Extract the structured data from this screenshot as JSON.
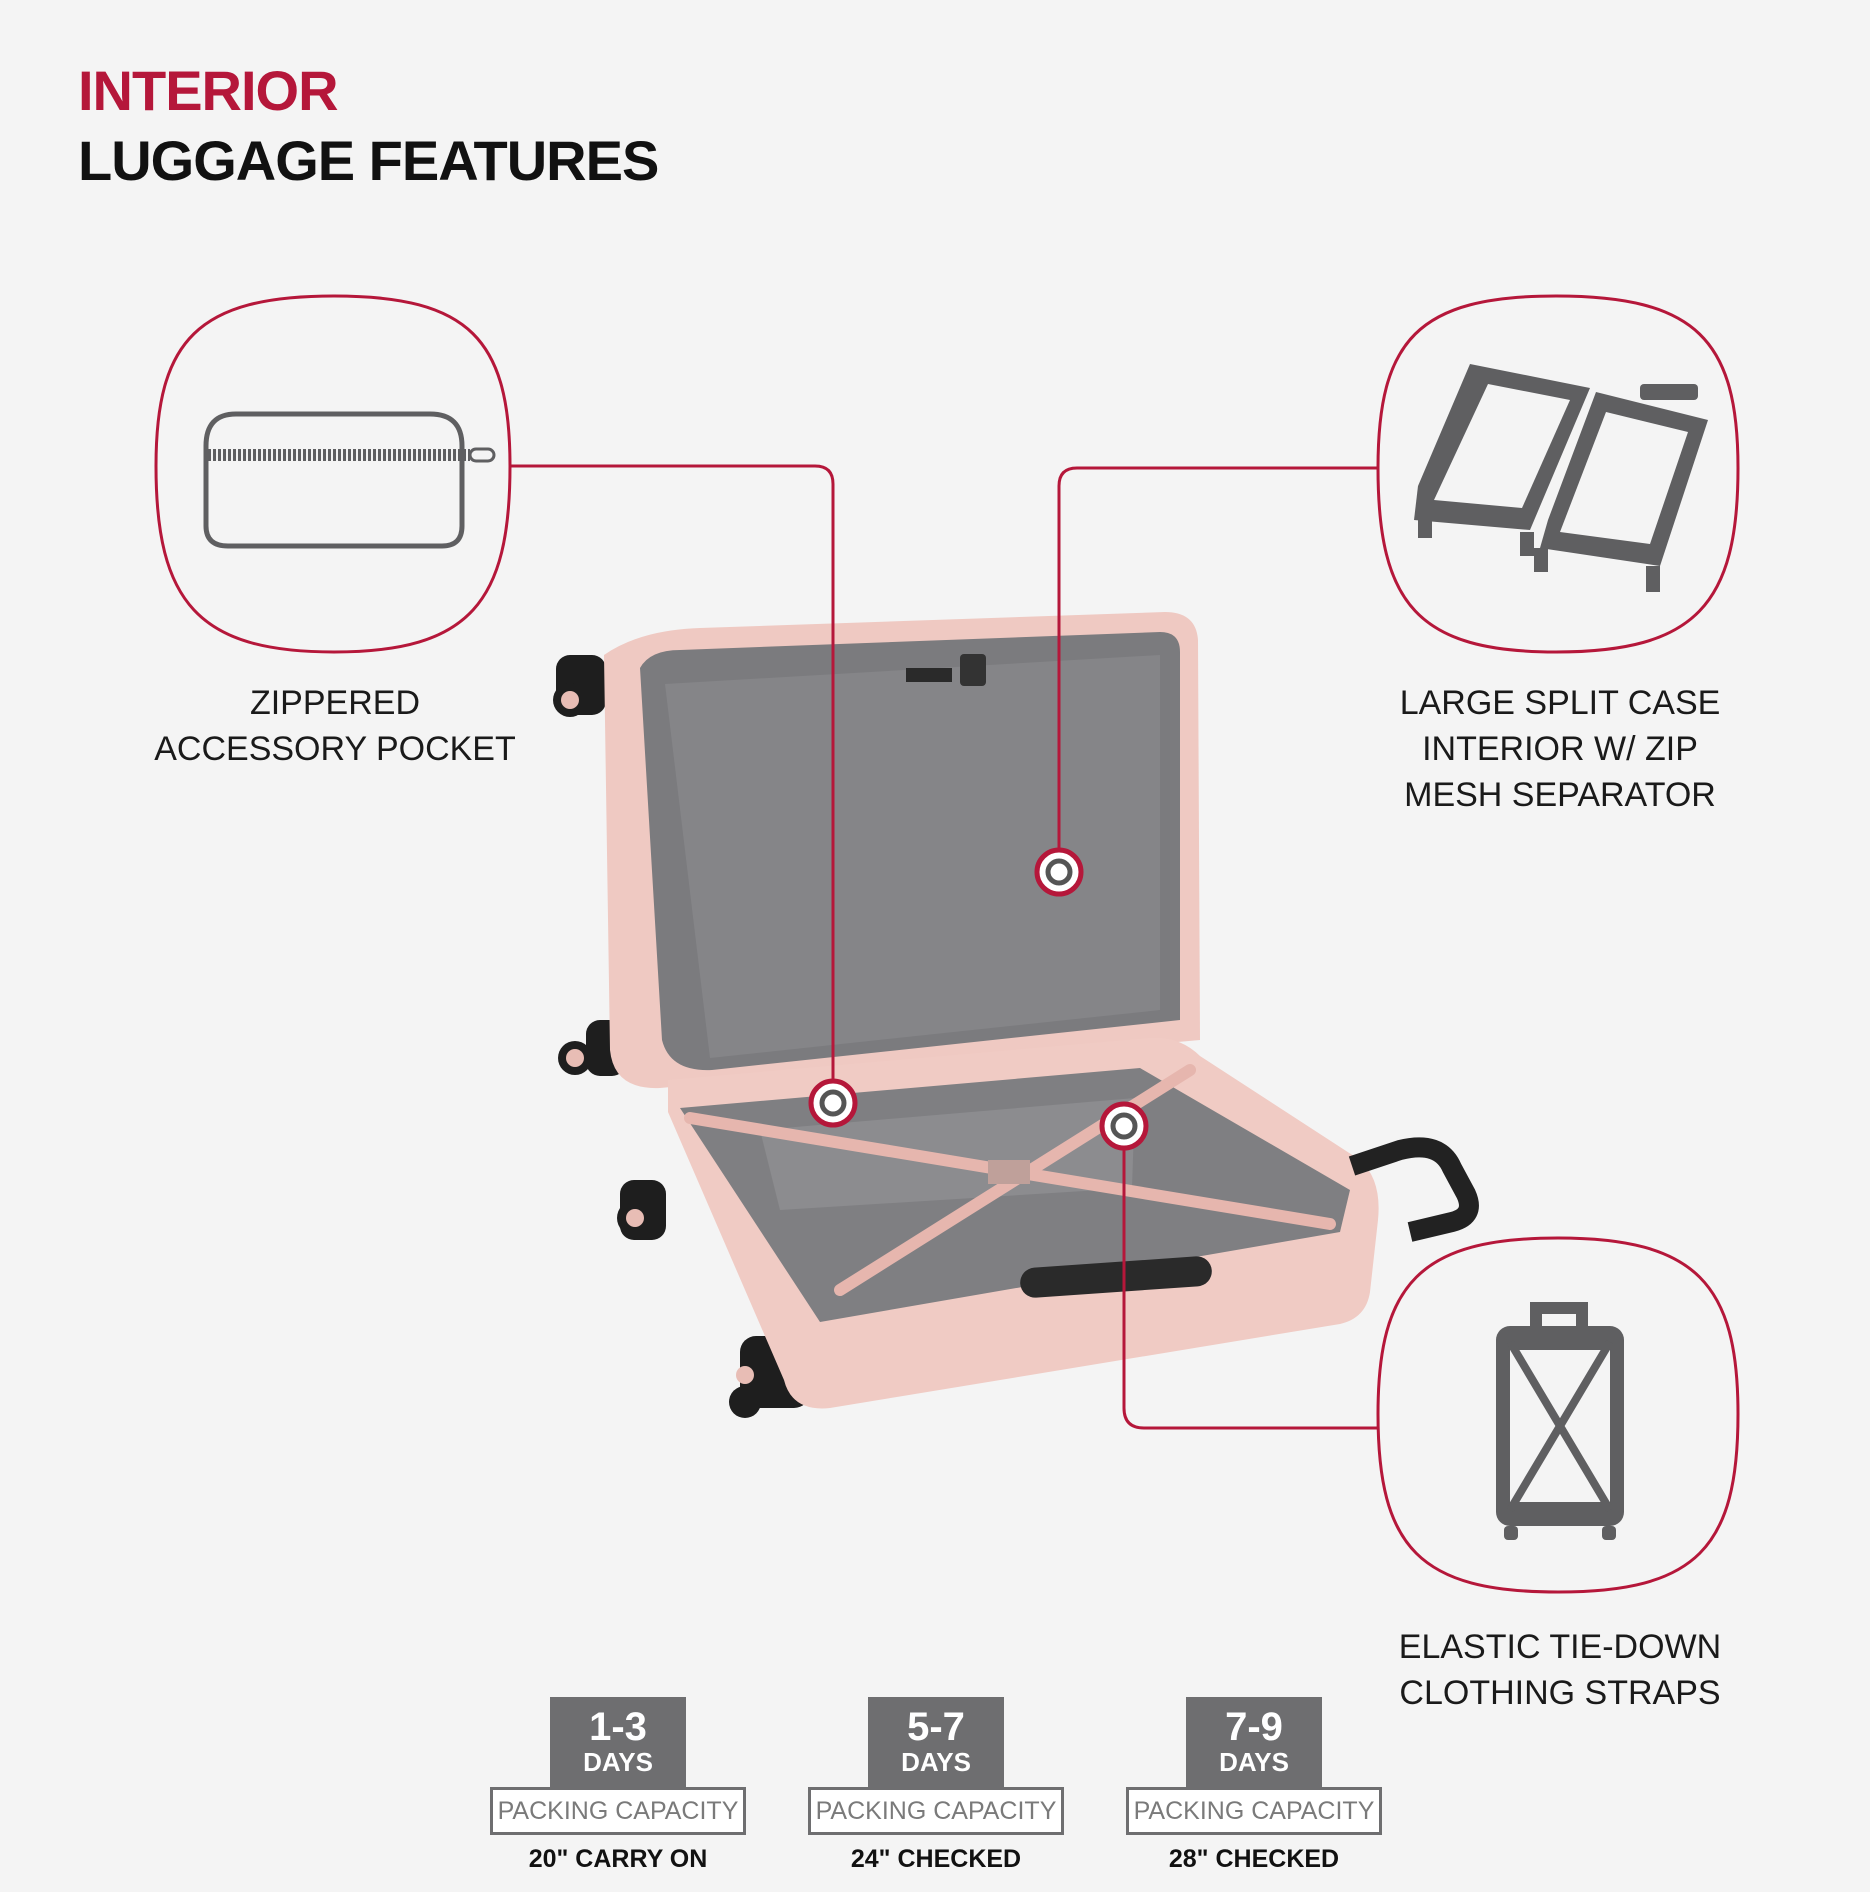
{
  "header": {
    "title_accent": "INTERIOR",
    "title_main": "LUGGAGE FEATURES"
  },
  "features": [
    {
      "name": "zippered-accessory-pocket",
      "icon": "zipper-pouch-icon",
      "line1": "ZIPPERED",
      "line2": "ACCESSORY POCKET"
    },
    {
      "name": "split-case-interior",
      "icon": "split-case-icon",
      "line1": "LARGE SPLIT CASE",
      "line2": "INTERIOR W/ ZIP",
      "line3": "MESH SEPARATOR"
    },
    {
      "name": "elastic-straps",
      "icon": "strapped-suitcase-icon",
      "line1": "ELASTIC TIE-DOWN",
      "line2": "CLOTHING STRAPS"
    }
  ],
  "capacity": [
    {
      "days": "1-3",
      "days_word": "DAYS",
      "label": "PACKING CAPACITY",
      "size": "20\" CARRY ON"
    },
    {
      "days": "5-7",
      "days_word": "DAYS",
      "label": "PACKING CAPACITY",
      "size": "24\" CHECKED"
    },
    {
      "days": "7-9",
      "days_word": "DAYS",
      "label": "PACKING CAPACITY",
      "size": "28\" CHECKED"
    }
  ],
  "colors": {
    "accent": "#b5173a",
    "icon_gray": "#5f5f61",
    "suitcase_pink": "#efc9c2",
    "interior_gray": "#7d7d80"
  }
}
